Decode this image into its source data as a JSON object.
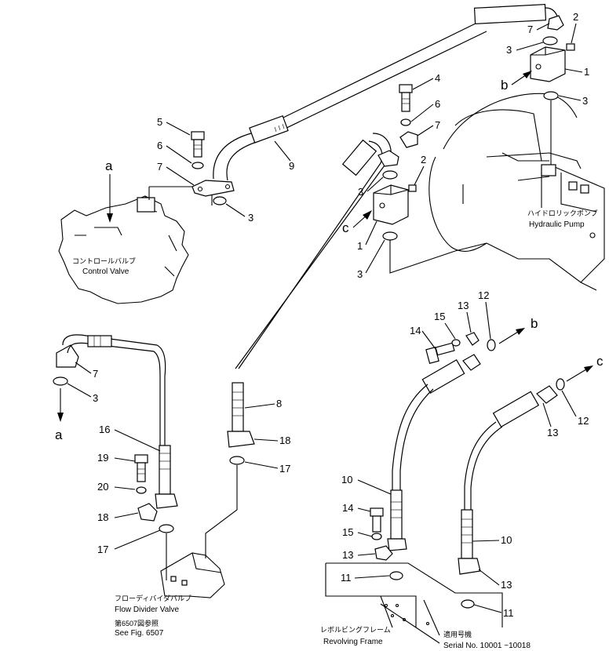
{
  "part_numbers": {
    "p1": "1",
    "p2": "2",
    "p3": "3",
    "p4": "4",
    "p5": "5",
    "p6": "6",
    "p7": "7",
    "p8": "8",
    "p9": "9",
    "p10": "10",
    "p11": "11",
    "p12": "12",
    "p13": "13",
    "p14": "14",
    "p15": "15",
    "p16": "16",
    "p17": "17",
    "p18": "18",
    "p19": "19",
    "p20": "20"
  },
  "refs": {
    "a": "a",
    "b": "b",
    "c": "c"
  },
  "labels": {
    "control_valve_jp": "コントロールバルブ",
    "control_valve_en": "Control Valve",
    "hydraulic_pump_jp": "ハイドロリックポンプ",
    "hydraulic_pump_en": "Hydraulic Pump",
    "flow_divider_jp": "フローディバイダバルブ",
    "flow_divider_en": "Flow Divider Valve",
    "see_fig_jp": "第6507図参照",
    "see_fig_en": "See Fig. 6507",
    "revolving_frame_jp": "レボルビングフレーム",
    "revolving_frame_en": "Revolving Frame",
    "serial_jp": "適用号機",
    "serial_en": "Serial No. 10001 ~10018"
  }
}
